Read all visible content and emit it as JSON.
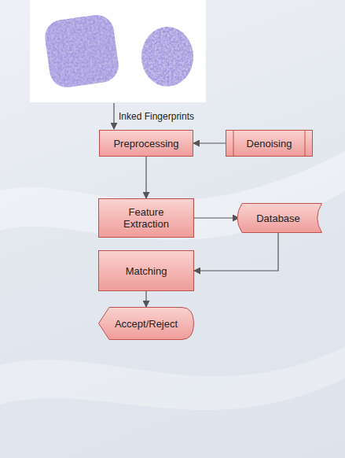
{
  "diagram": {
    "nodes": [
      {
        "text": [
          "Preprocessing"
        ]
      },
      {
        "text": [
          "Denoising"
        ]
      },
      {
        "text": [
          "Feature Extraction"
        ]
      },
      {
        "text": [
          "Database"
        ]
      },
      {
        "text": [
          "Matching"
        ]
      },
      {
        "text": [
          "Accept/Reject"
        ]
      }
    ],
    "edges": [
      {
        "from": 1,
        "to": 0,
        "arrow": "to"
      },
      {
        "from": 0,
        "to": 2,
        "arrow": "to"
      },
      {
        "from": 2,
        "to": 3,
        "arrow": "to"
      },
      {
        "from": 3,
        "to": 4,
        "arrow": "to"
      },
      {
        "from": 4,
        "to": 5,
        "arrow": "to"
      }
    ],
    "labels": [
      "Inked Fingerprints"
    ]
  }
}
